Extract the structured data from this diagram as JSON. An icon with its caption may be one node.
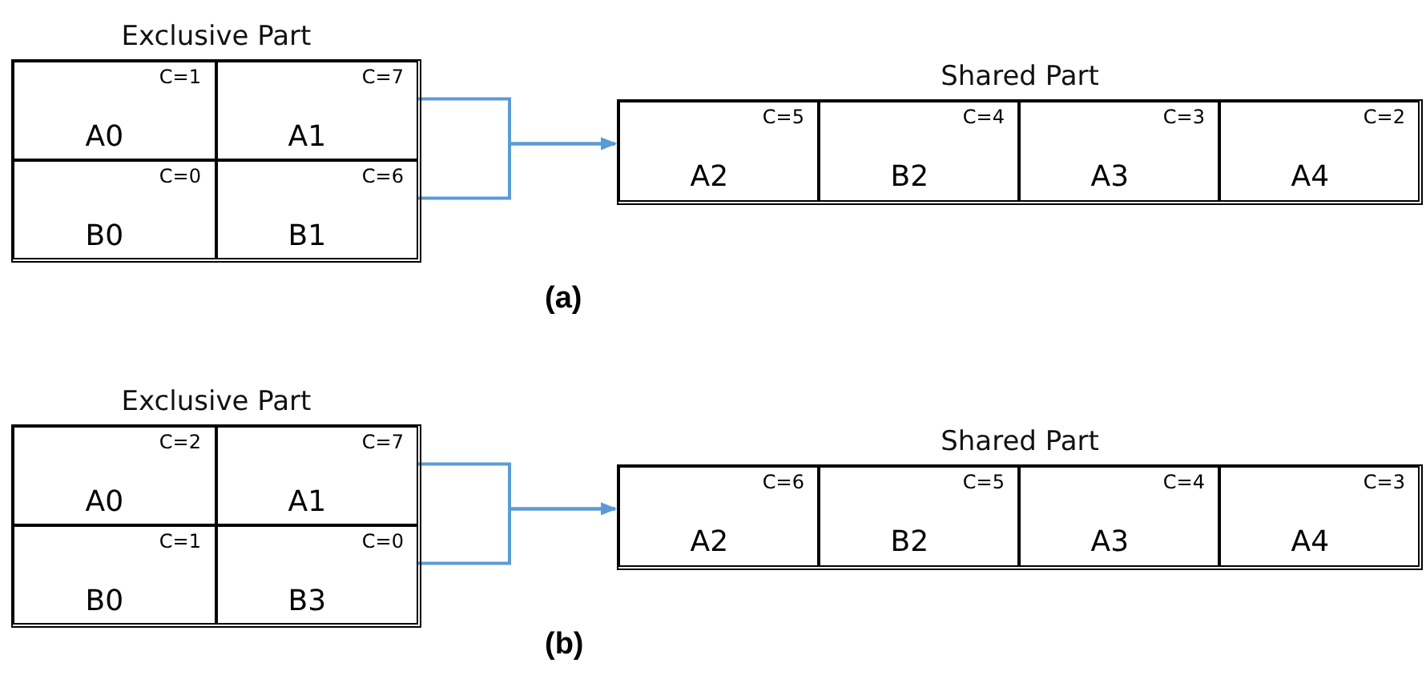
{
  "diagram": {
    "nodes": [
      {
        "text": [
          "Exclusive Part"
        ]
      },
      {
        "text": [
          "C=1",
          "A0"
        ],
        "in": 0
      },
      {
        "text": [
          "C=7",
          "A1"
        ],
        "in": 0
      },
      {
        "text": [
          "C=0",
          "B0"
        ],
        "in": 0
      },
      {
        "text": [
          "C=6",
          "B1"
        ],
        "in": 0
      },
      {
        "text": [
          "Shared Part"
        ]
      },
      {
        "text": [
          "C=5",
          "A2"
        ],
        "in": 5
      },
      {
        "text": [
          "C=4",
          "B2"
        ],
        "in": 5
      },
      {
        "text": [
          "C=3",
          "A3"
        ],
        "in": 5
      },
      {
        "text": [
          "C=2",
          "A4"
        ],
        "in": 5
      },
      {
        "text": [
          "Exclusive Part"
        ]
      },
      {
        "text": [
          "C=2",
          "A0"
        ],
        "in": 10
      },
      {
        "text": [
          "C=7",
          "A1"
        ],
        "in": 10
      },
      {
        "text": [
          "C=1",
          "B0"
        ],
        "in": 10
      },
      {
        "text": [
          "C=0",
          "B3"
        ],
        "in": 10
      },
      {
        "text": [
          "Shared Part"
        ]
      },
      {
        "text": [
          "C=6",
          "A2"
        ],
        "in": 15
      },
      {
        "text": [
          "C=5",
          "B2"
        ],
        "in": 15
      },
      {
        "text": [
          "C=4",
          "A3"
        ],
        "in": 15
      },
      {
        "text": [
          "C=3",
          "A4"
        ],
        "in": 15
      }
    ],
    "edges": [
      {
        "from": 2,
        "to": 5,
        "arrow": "to"
      },
      {
        "from": 4,
        "to": 5,
        "arrow": "to"
      },
      {
        "from": 12,
        "to": 15,
        "arrow": "to"
      },
      {
        "from": 14,
        "to": 15,
        "arrow": "to"
      }
    ],
    "labels": [
      "(a)",
      "(b)"
    ]
  }
}
